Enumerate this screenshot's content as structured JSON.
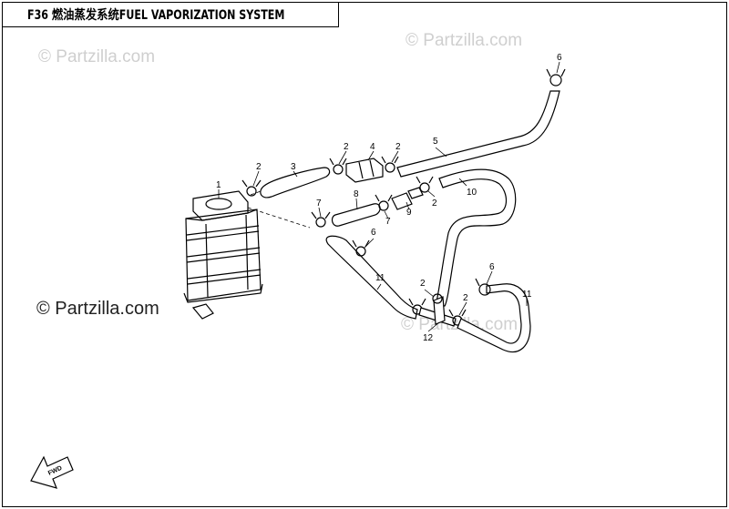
{
  "title": "F36  燃油蒸发系统FUEL VAPORIZATION  SYSTEM",
  "watermarks": [
    "© Partzilla.com",
    "© Partzilla.com",
    "© Partzilla.com",
    "© Partzilla.com"
  ],
  "fwd_label": "FWD",
  "callouts": [
    "1",
    "2",
    "3",
    "2",
    "4",
    "2",
    "5",
    "6",
    "7",
    "8",
    "7",
    "9",
    "2",
    "10",
    "6",
    "11",
    "2",
    "2",
    "12",
    "6",
    "11"
  ]
}
